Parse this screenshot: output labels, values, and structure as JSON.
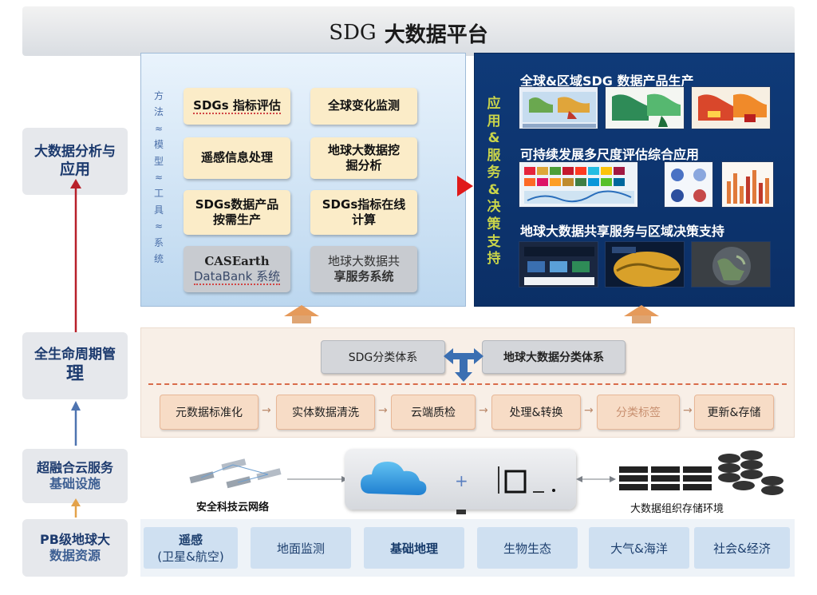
{
  "banner": {
    "prefix": "SDG",
    "title": "大数据平台"
  },
  "side": {
    "analysis": {
      "line1": "大数据分析与",
      "line2": "应用"
    },
    "lifecycle": {
      "line1": "全生命周期管",
      "line2": "理"
    },
    "infra": {
      "line1": "超融合云服务",
      "line2": "基础设施"
    },
    "resources": {
      "line1": "PB级地球大",
      "line2": "数据资源"
    }
  },
  "left_panel": {
    "label_chars": [
      "方",
      "法",
      "≈",
      "模",
      "型",
      "≈",
      "工",
      "具",
      "≈",
      "系",
      "统"
    ],
    "cards": [
      {
        "line1": "SDGs 指标评估",
        "line2": ""
      },
      {
        "line1": "全球变化监测",
        "line2": ""
      },
      {
        "line1": "遥感信息处理",
        "line2": ""
      },
      {
        "line1": "地球大数据挖",
        "line2": "掘分析"
      },
      {
        "line1": "SDGs数据产品",
        "line2": "按需生产"
      },
      {
        "line1": "SDGs指标在线",
        "line2": "计算"
      }
    ],
    "systems": [
      {
        "line1": "CASEarth",
        "line2": "DataBank 系统"
      },
      {
        "line1": "地球大数据共",
        "line2": "享服务系统"
      }
    ]
  },
  "right_panel": {
    "vertical_label": [
      "应",
      "用",
      "&",
      "服",
      "务",
      "&",
      "决",
      "策",
      "支",
      "持"
    ],
    "headings": [
      "全球&区域SDG 数据产品生产",
      "可持续发展多尺度评估综合应用",
      "地球大数据共享服务与区域决策支持"
    ]
  },
  "classification": {
    "left": "SDG分类体系",
    "right": "地球大数据分类体系",
    "steps": [
      "元数据标准化",
      "实体数据清洗",
      "云端质检",
      "处理&转换",
      "分类标签",
      "更新&存储"
    ]
  },
  "infrastructure": {
    "network_label": "安全科技云网络",
    "plus": "+",
    "storage_label": "大数据组织存储环境"
  },
  "resources": [
    {
      "line1": "遥感",
      "line2": "(卫星&航空)"
    },
    {
      "line1": "地面监测",
      "line2": ""
    },
    {
      "line1": "基础地理",
      "line2": ""
    },
    {
      "line1": "生物生态",
      "line2": ""
    },
    {
      "line1": "大气&海洋",
      "line2": ""
    },
    {
      "line1": "社会&经济",
      "line2": ""
    }
  ],
  "colors": {
    "navy": "#0f3a78",
    "card": "#fbecc8",
    "red_arrow": "#e01a1a",
    "step": "#f7dcc6"
  }
}
